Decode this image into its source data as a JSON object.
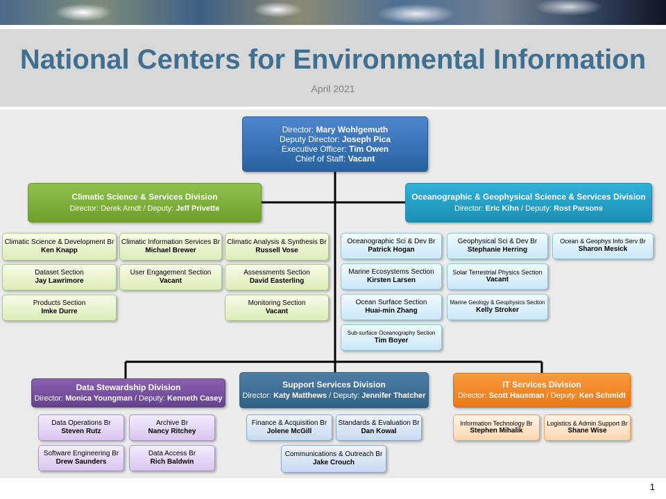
{
  "header": {
    "title": "National Centers for Environmental Information",
    "date": "April 2021"
  },
  "slide_number": "1",
  "colors": {
    "title": "#3f6f91",
    "director": "#27629f",
    "climatic_division": "#7aad39",
    "oceanographic_division": "#1f9cc4",
    "data_stewardship": "#6f4d9b",
    "support_services": "#3d6f94",
    "it_services": "#f0862a"
  },
  "director_box": {
    "director_label": "Director:",
    "director_name": "Mary Wohlgemuth",
    "deputy_label": "Deputy Director:",
    "deputy_name": "Joseph Pica",
    "exec_label": "Executive Officer:",
    "exec_name": "Tim Owen",
    "chief_label": "Chief of Staff:",
    "chief_name": "Vacant"
  },
  "divisions": {
    "climatic": {
      "title": "Climatic Science & Services Division",
      "director_label": "Director:",
      "director_name": "Derek Arndt",
      "deputy_label": "/ Deputy:",
      "deputy_name": "Jeff Privette",
      "units": [
        {
          "title": "Climatic Science & Development Br",
          "name": "Ken Knapp"
        },
        {
          "title": "Climatic Information Services Br",
          "name": "Michael Brewer"
        },
        {
          "title": "Climatic Analysis & Synthesis Br",
          "name": "Russell Vose"
        },
        {
          "title": "Dataset Section",
          "name": "Jay Lawrimore"
        },
        {
          "title": "User Engagement Section",
          "name": "Vacant"
        },
        {
          "title": "Assessments Section",
          "name": "David Easterling"
        },
        {
          "title": "Products Section",
          "name": "Imke Durre"
        },
        {
          "title": "Monitoring Section",
          "name": "Vacant"
        }
      ]
    },
    "oceanographic": {
      "title": "Oceanographic & Geophysical Science & Services Division",
      "director_label": "Director:",
      "director_name": "Eric Kihn",
      "deputy_label": "/ Deputy:",
      "deputy_name": "Rost Parsons",
      "units": [
        {
          "title": "Oceanographic Sci & Dev Br",
          "name": "Patrick Hogan"
        },
        {
          "title": "Geophysical Sci & Dev Br",
          "name": "Stephanie Herring"
        },
        {
          "title": "Ocean & Geophys Info Serv Br",
          "name": "Sharon Mesick"
        },
        {
          "title": "Marine Ecosystems Section",
          "name": "Kirsten Larsen"
        },
        {
          "title": "Solar Terrestrial Physics Section",
          "name": "Vacant"
        },
        {
          "title": "Ocean Surface Section",
          "name": "Huai-min Zhang"
        },
        {
          "title": "Marine Geology & Geophysics Section",
          "name": "Kelly Stroker"
        },
        {
          "title": "Sub-surface Oceanography Section",
          "name": "Tim Boyer"
        }
      ]
    },
    "data_stewardship": {
      "title": "Data Stewardship Division",
      "director_label": "Director:",
      "director_name": "Monica Youngman",
      "deputy_label": "/ Deputy:",
      "deputy_name": "Kenneth Casey",
      "units": [
        {
          "title": "Data Operations Br",
          "name": "Steven Rutz"
        },
        {
          "title": "Archive Br",
          "name": "Nancy Ritchey"
        },
        {
          "title": "Software Engineering Br",
          "name": "Drew Saunders"
        },
        {
          "title": "Data Access Br",
          "name": "Rich Baldwin"
        }
      ]
    },
    "support_services": {
      "title": "Support Services Division",
      "director_label": "Director:",
      "director_name": "Katy Matthews",
      "deputy_label": "/ Deputy:",
      "deputy_name": "Jennifer Thatcher",
      "units": [
        {
          "title": "Finance & Acquisition Br",
          "name": "Jolene McGill"
        },
        {
          "title": "Standards & Evaluation Br",
          "name": "Dan Kowal"
        },
        {
          "title": "Communications & Outreach Br",
          "name": "Jake Crouch"
        }
      ]
    },
    "it_services": {
      "title": "IT Services Division",
      "director_label": "Director:",
      "director_name": "Scott Hausman",
      "deputy_label": "/ Deputy:",
      "deputy_name": "Ken Schmidt",
      "units": [
        {
          "title": "Information Technology Br",
          "name": "Stephen Mihalik"
        },
        {
          "title": "Logistics & Admin Support Br",
          "name": "Shane Wise"
        }
      ]
    }
  }
}
